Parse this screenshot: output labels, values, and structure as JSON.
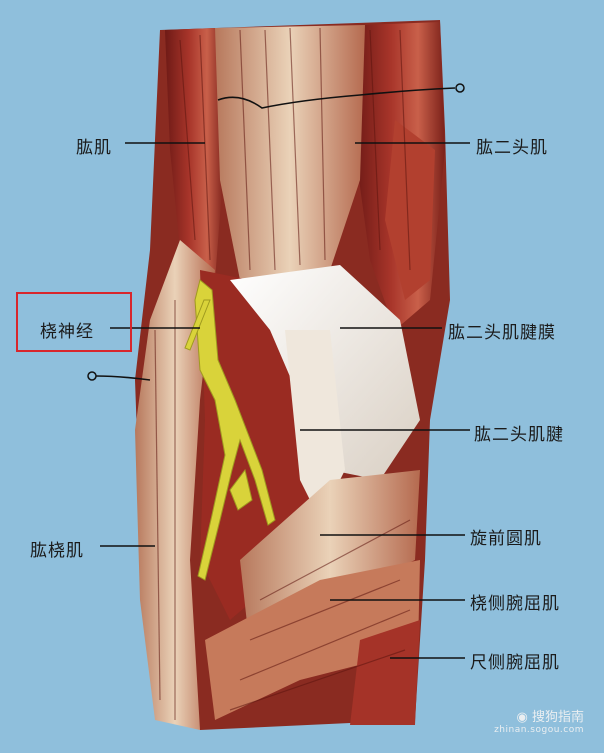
{
  "colors": {
    "background": "#8fbfdc",
    "muscle_red": "#9b2a22",
    "muscle_light": "#e4c3a4",
    "tendon_white": "#f1ebe2",
    "nerve": "#d9d33a",
    "highlight_box": "#d8262c"
  },
  "labels": {
    "brachialis": "肱肌",
    "biceps": "肱二头肌",
    "radial_nerve": "桡神经",
    "bicipital_aponeurosis": "肱二头肌腱膜",
    "biceps_tendon": "肱二头肌腱",
    "brachioradialis": "肱桡肌",
    "pronator_teres": "旋前圆肌",
    "flexor_carpi_radialis": "桡侧腕屈肌",
    "flexor_carpi_ulnaris": "尺侧腕屈肌"
  },
  "watermark": {
    "brand": "搜狗指南",
    "url": "zhinan.sogou.com",
    "icon": "sogou-logo-icon"
  }
}
